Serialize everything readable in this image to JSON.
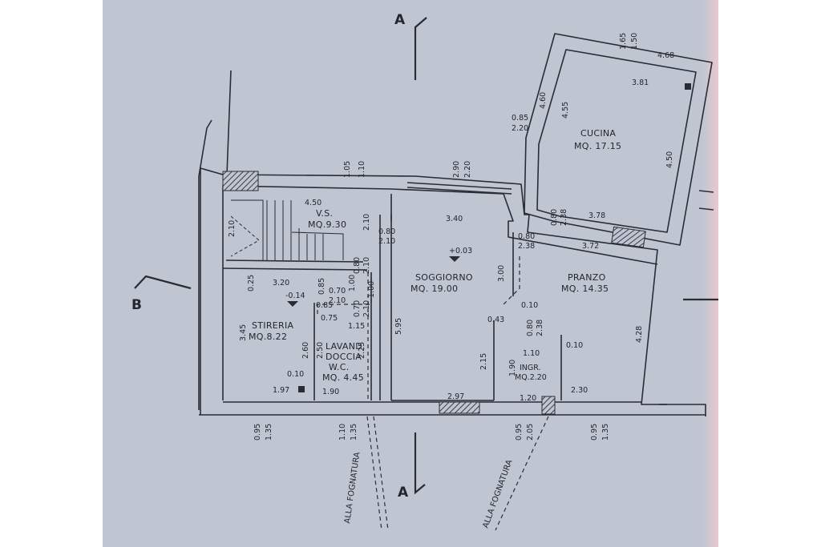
{
  "colors": {
    "paper": "#bfc6d2",
    "ink": "#2a2c34",
    "hatch": "#4a4c56",
    "margin_pink": "#e9c8d0"
  },
  "sections": {
    "a_top": "A",
    "a_bottom": "A",
    "b_left": "B"
  },
  "rooms": {
    "cucina": {
      "name": "CUCINA",
      "area": "MQ. 17.15"
    },
    "vs": {
      "name": "V.S.",
      "area": "MQ.9.30"
    },
    "soggiorno": {
      "name": "SOGGIORNO",
      "area": "MQ. 19.00"
    },
    "pranzo": {
      "name": "PRANZO",
      "area": "MQ. 14.35"
    },
    "stireria": {
      "name": "STIRERIA",
      "area": "MQ.8.22"
    },
    "lavand": {
      "name1": "LAVAND.",
      "name2": "DOCCIA",
      "name3": "W.C.",
      "area": "MQ. 4.45"
    },
    "ingr": {
      "name": "INGR.",
      "area": "MQ.2.20"
    }
  },
  "levels": {
    "soggiorno": "+0.03",
    "stireria": "-0.14"
  },
  "sewer": {
    "left": "ALLA FOGNATURA",
    "right": "ALLA FOGNATURA"
  },
  "dims": {
    "k_165": "1.65",
    "k_150": "1.50",
    "k_468": "4.68",
    "k_381": "3.81",
    "k_460": "4.60",
    "k_455": "4.55",
    "k_085": "0.85",
    "k_220": "2.20",
    "k_450": "4.50",
    "k_378": "3.78",
    "k_372": "3.72",
    "w_290": "2.90",
    "w_220": "2.20",
    "p_080a": "0.80",
    "p_238a": "2.38",
    "p_080b": "0.80",
    "p_238b": "2.38",
    "v_105": "1.05",
    "v_110": "1.10",
    "v_450": "4.50",
    "v_210": "2.10",
    "v_210b": "2.10",
    "s_340": "3.40",
    "d_080": "0.80",
    "d_210": "2.10",
    "m_080": "0.80",
    "m_210": "2.10",
    "st_320": "3.20",
    "st_025": "0.25",
    "st_345": "3.45",
    "st_260": "2.60",
    "l_085": "0.85",
    "l_070": "0.70",
    "l_210": "2.10",
    "l_085b": "0.85",
    "l_075": "0.75",
    "l_070b": "0.70",
    "l_210b": "2.10",
    "l_115": "1.15",
    "l_250": "2.50",
    "l_225": "2.25",
    "l_100": "1.00",
    "l_010": "0.10",
    "l_190": "1.90",
    "l_197": "1.97",
    "l_100c": "1.00",
    "so_300": "3.00",
    "so_010": "0.10",
    "so_595": "5.95",
    "so_215": "2.15",
    "so_297": "2.97",
    "so_043": "0.43",
    "pr_428": "4.28",
    "pr_230": "2.30",
    "in_080": "0.80",
    "in_238": "2.38",
    "in_110": "1.10",
    "in_010": "0.10",
    "in_190": "1.90",
    "in_120": "1.20",
    "b_095a": "0.95",
    "b_135a": "1.35",
    "b_110": "1.10",
    "b_135b": "1.35",
    "b_095b": "0.95",
    "b_205": "2.05",
    "b_095c": "0.95",
    "b_135c": "1.35"
  }
}
